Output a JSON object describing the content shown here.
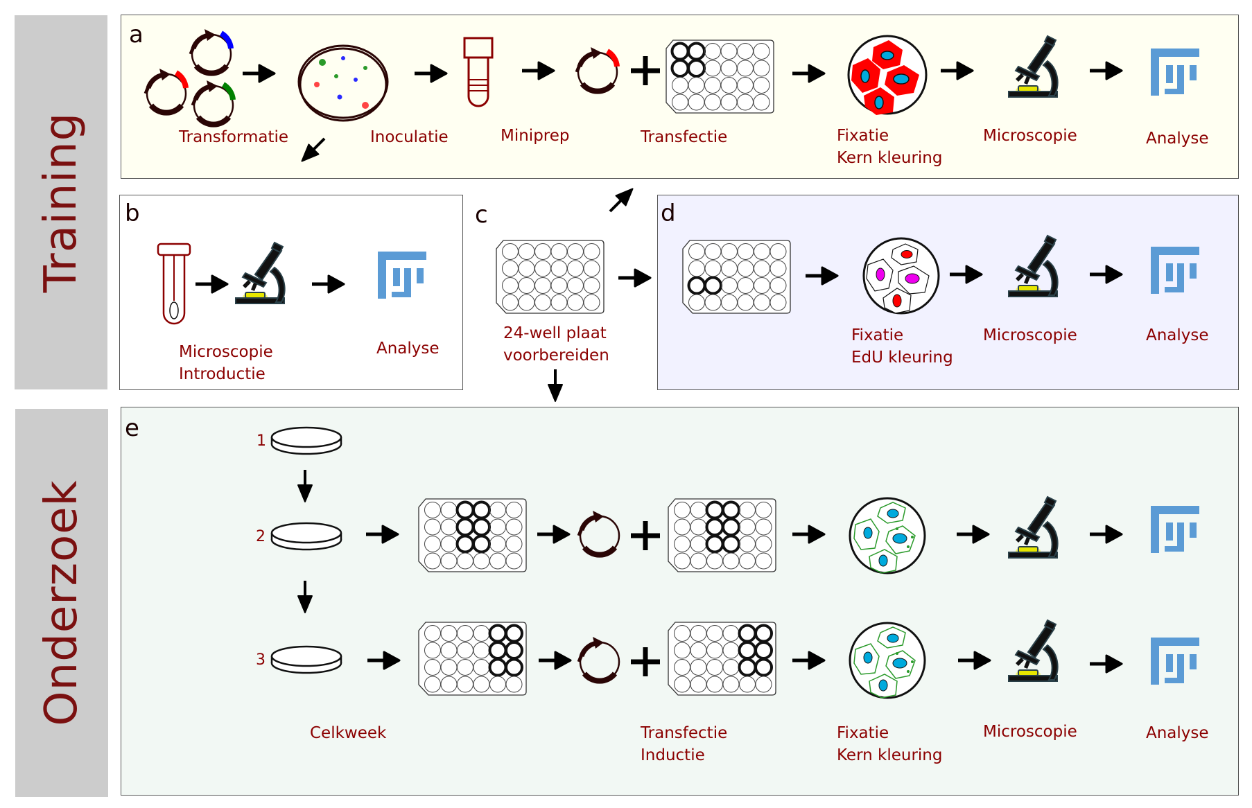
{
  "sidebar": {
    "training": "Training",
    "onderzoek": "Onderzoek"
  },
  "panels": {
    "a": {
      "label": "a",
      "steps": [
        {
          "name": "plasmids",
          "label": "Transformatie"
        },
        {
          "name": "petri-dish",
          "label": "Inoculatie"
        },
        {
          "name": "tube",
          "label": "Miniprep"
        },
        {
          "name": "plasmid-plate",
          "label": "Transfectie"
        },
        {
          "name": "cells",
          "label": "Fixatie",
          "label2": "Kern kleuring"
        },
        {
          "name": "microscope",
          "label": "Microscopie"
        },
        {
          "name": "fiji",
          "label": "Analyse"
        }
      ]
    },
    "b": {
      "label": "b",
      "steps": [
        {
          "name": "microscope",
          "label": "Microscopie",
          "label2": "Introductie"
        },
        {
          "name": "fiji",
          "label": "Analyse"
        }
      ]
    },
    "c": {
      "label": "c",
      "label_line1": "24-well plaat",
      "label_line2": "voorbereiden"
    },
    "d": {
      "label": "d",
      "steps": [
        {
          "name": "cells",
          "label": "Fixatie",
          "label2": "EdU kleuring"
        },
        {
          "name": "microscope",
          "label": "Microscopie"
        },
        {
          "name": "fiji",
          "label": "Analyse"
        }
      ]
    },
    "e": {
      "label": "e",
      "row_numbers": [
        "1",
        "2",
        "3"
      ],
      "labels": {
        "celkweek": "Celkweek",
        "transfectie": "Transfectie",
        "inductie": "Inductie",
        "fixatie": "Fixatie",
        "kern": "Kern kleuring",
        "microscopie": "Microscopie",
        "analyse": "Analyse"
      }
    }
  },
  "colors": {
    "label_text": "#8b0000",
    "panel_a_bg": "#fffff2",
    "panel_d_bg": "#f2f2ff",
    "panel_e_bg": "#f2f8f4",
    "sidebar_bg": "#cccccc",
    "fiji_blue": "#5b9bd5",
    "plasmid": "#2a0505",
    "cell_red": "#ff0000",
    "nucleus": "#00aadd"
  }
}
